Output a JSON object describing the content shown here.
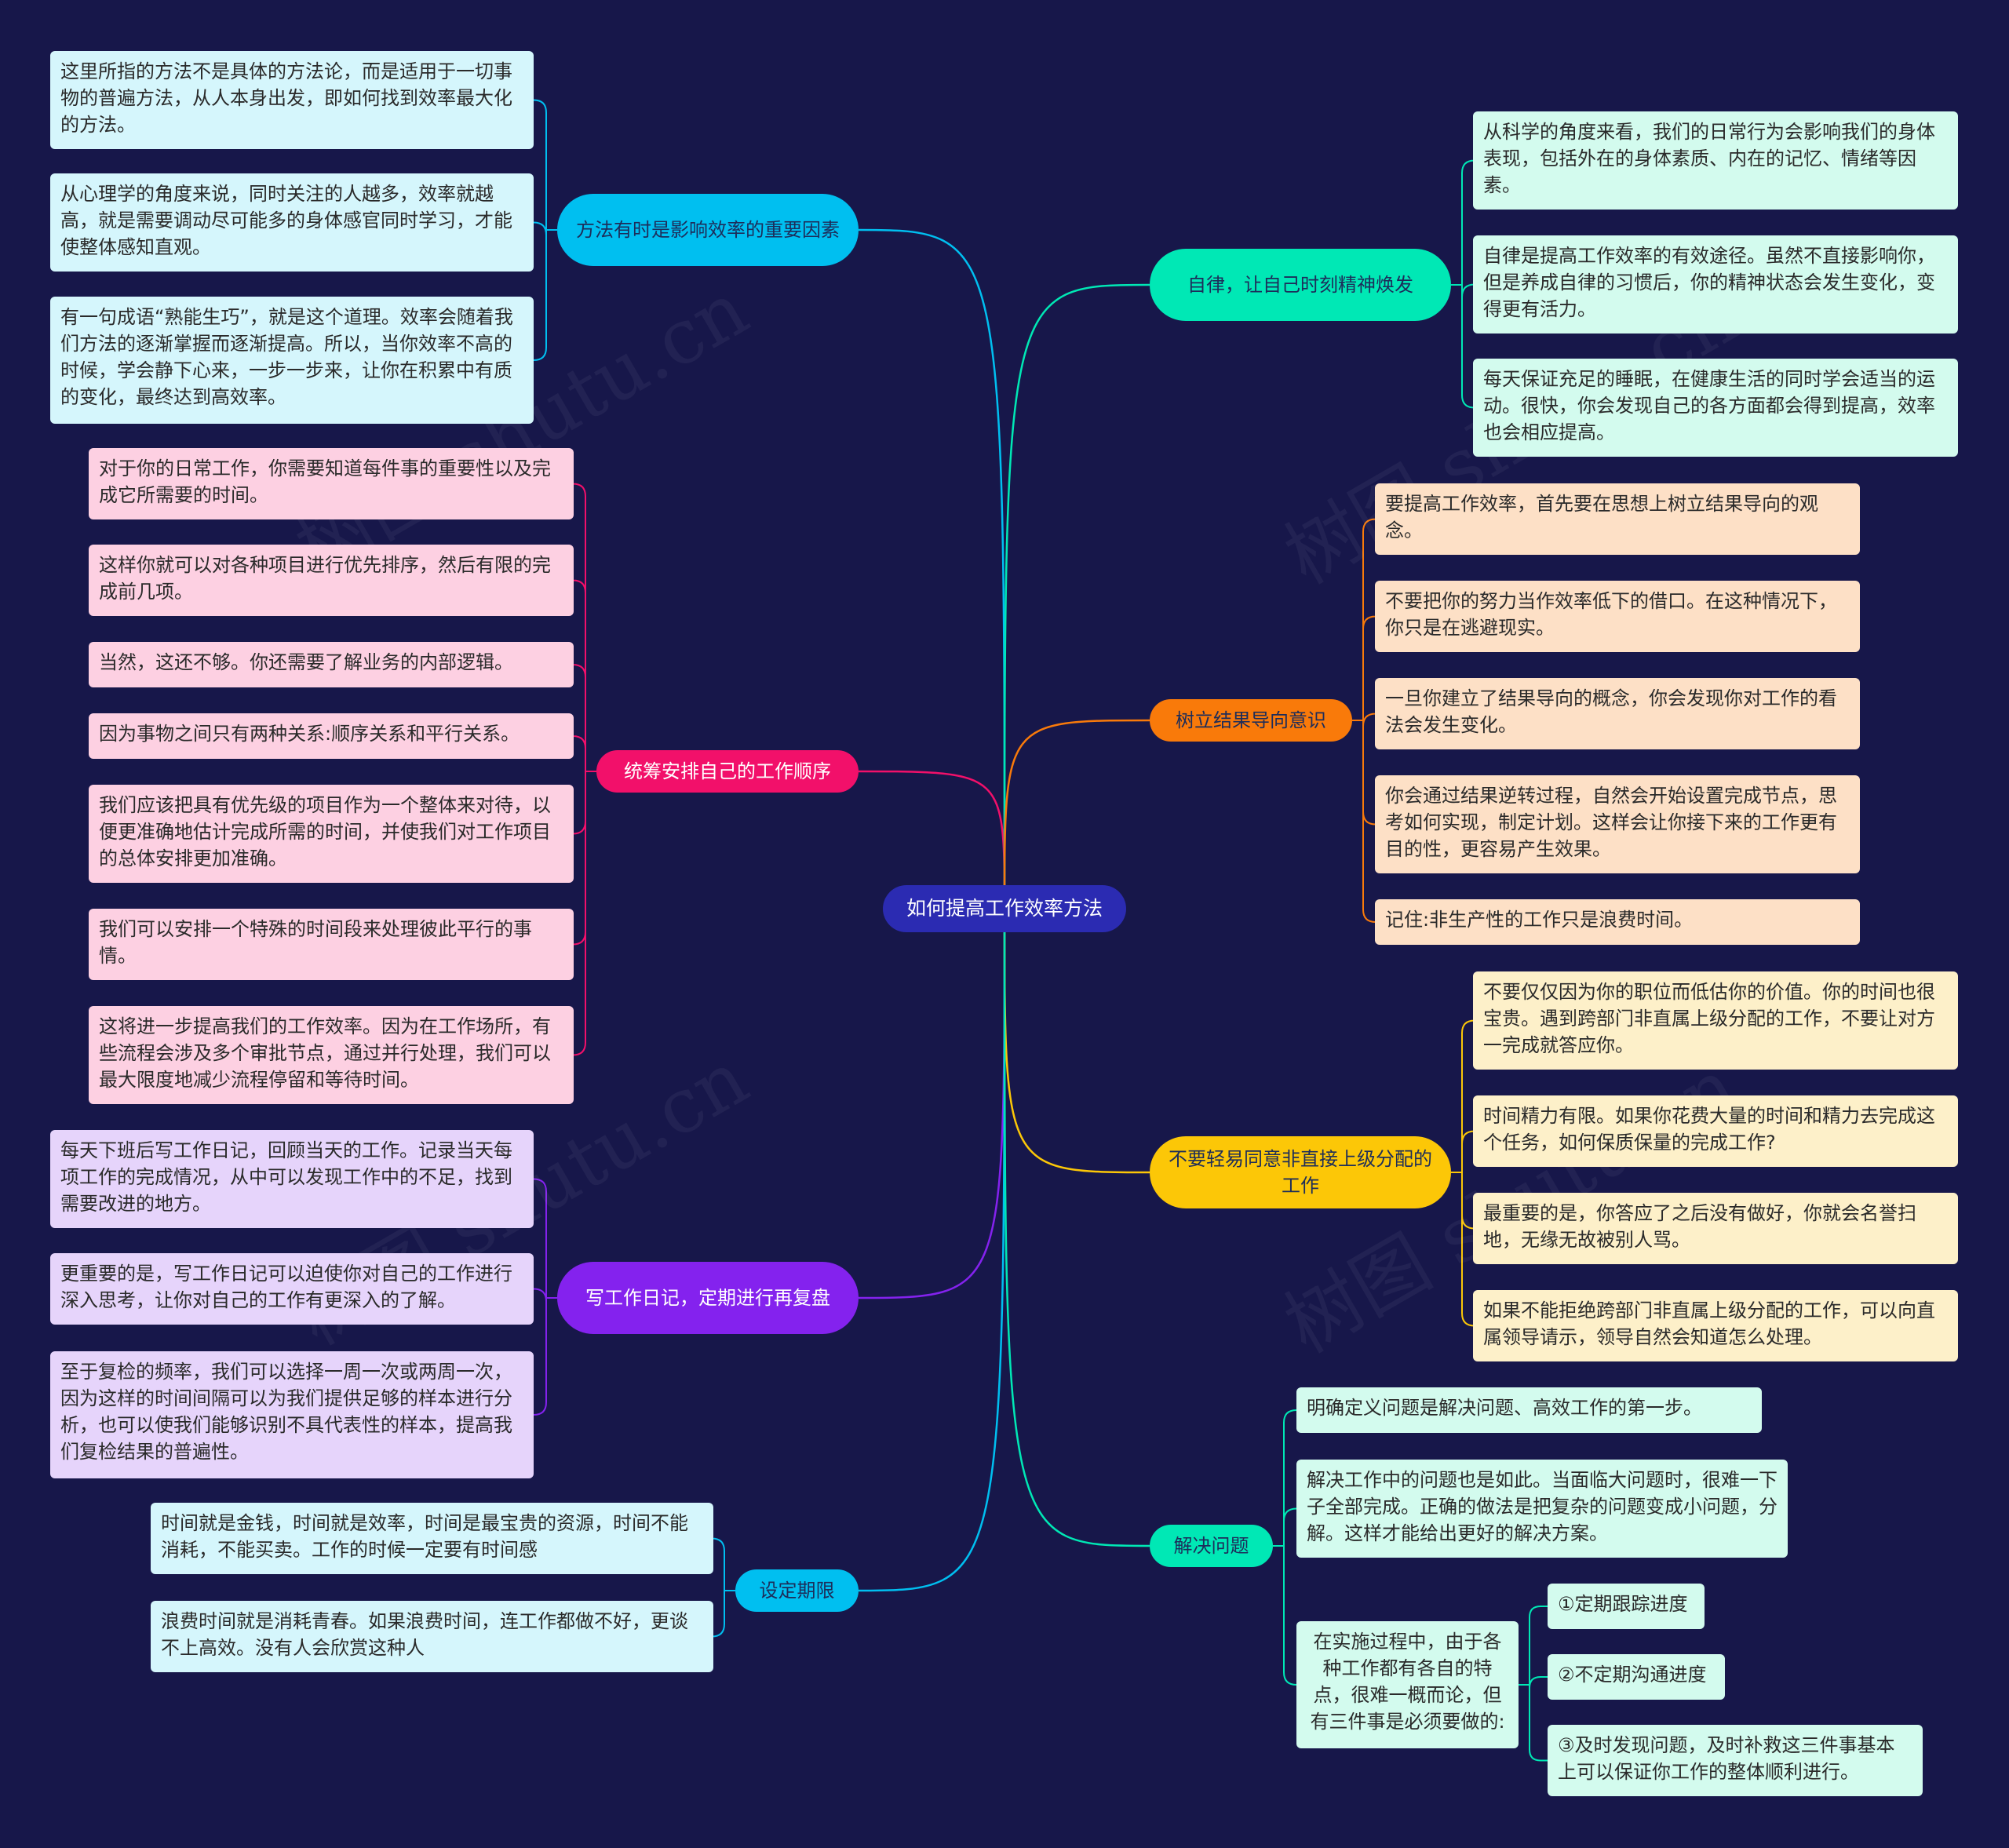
{
  "center": {
    "label": "如何提高工作效率方法"
  },
  "colors": {
    "background": "#17174a",
    "center": "#2b2bb2"
  },
  "branches": [
    {
      "id": "method",
      "label": "方法有时是影响效率的重要因素",
      "color": "#00bff0",
      "text_color": "#1d2d5a",
      "leaf_color": "#d5f6fc",
      "leaves": [
        "这里所指的方法不是具体的方法论，而是适用于一切事物的普遍方法，从人本身出发，即如何找到效率最大化的方法。",
        "从心理学的角度来说，同时关注的人越多，效率就越高，就是需要调动尽可能多的身体感官同时学习，才能使整体感知直观。",
        "有一句成语“熟能生巧”，就是这个道理。效率会随着我们方法的逐渐掌握而逐渐提高。所以，当你效率不高的时候，学会静下心来，一步一步来，让你在积累中有质的变化，最终达到高效率。"
      ]
    },
    {
      "id": "order",
      "label": "统筹安排自己的工作顺序",
      "color": "#f2106a",
      "text_color": "#ffffff",
      "leaf_color": "#fdd0e2",
      "leaves": [
        "对于你的日常工作，你需要知道每件事的重要性以及完成它所需要的时间。",
        "这样你就可以对各种项目进行优先排序，然后有限的完成前几项。",
        "当然，这还不够。你还需要了解业务的内部逻辑。",
        "因为事物之间只有两种关系:顺序关系和平行关系。",
        "我们应该把具有优先级的项目作为一个整体来对待，以便更准确地估计完成所需的时间，并使我们对工作项目的总体安排更加准确。",
        "我们可以安排一个特殊的时间段来处理彼此平行的事情。",
        "这将进一步提高我们的工作效率。因为在工作场所，有些流程会涉及多个审批节点，通过并行处理，我们可以最大限度地减少流程停留和等待时间。"
      ]
    },
    {
      "id": "diary",
      "label": "写工作日记，定期进行再复盘",
      "color": "#8422ee",
      "text_color": "#ffffff",
      "leaf_color": "#e6d4fb",
      "leaves": [
        "每天下班后写工作日记，回顾当天的工作。记录当天每项工作的完成情况，从中可以发现工作中的不足，找到需要改进的地方。",
        "更重要的是，写工作日记可以迫使你对自己的工作进行深入思考，让你对自己的工作有更深入的了解。",
        "至于复检的频率，我们可以选择一周一次或两周一次，因为这样的时间间隔可以为我们提供足够的样本进行分析，也可以使我们能够识别不具代表性的样本，提高我们复检结果的普遍性。"
      ]
    },
    {
      "id": "deadline",
      "label": "设定期限",
      "color": "#00bff0",
      "text_color": "#1d2d5a",
      "leaf_color": "#d5f6fc",
      "leaves": [
        "时间就是金钱，时间就是效率，时间是最宝贵的资源，时间不能消耗，不能买卖。工作的时候一定要有时间感",
        "浪费时间就是消耗青春。如果浪费时间，连工作都做不好，更谈不上高效。没有人会欣赏这种人"
      ]
    },
    {
      "id": "discipline",
      "label": "自律，让自己时刻精神焕发",
      "color": "#00e8b5",
      "text_color": "#1d2d5a",
      "leaf_color": "#d3fbee",
      "leaves": [
        "从科学的角度来看，我们的日常行为会影响我们的身体表现，包括外在的身体素质、内在的记忆、情绪等因素。",
        "自律是提高工作效率的有效途径。虽然不直接影响你，但是养成自律的习惯后，你的精神状态会发生变化，变得更有活力。",
        "每天保证充足的睡眠，在健康生活的同时学会适当的运动。很快，你会发现自己的各方面都会得到提高，效率也会相应提高。"
      ]
    },
    {
      "id": "result",
      "label": "树立结果导向意识",
      "color": "#f97a0a",
      "text_color": "#1d2d5a",
      "leaf_color": "#fde0c6",
      "leaves": [
        "要提高工作效率，首先要在思想上树立结果导向的观念。",
        "不要把你的努力当作效率低下的借口。在这种情况下，你只是在逃避现实。",
        "一旦你建立了结果导向的概念，你会发现你对工作的看法会发生变化。",
        "你会通过结果逆转过程，自然会开始设置完成节点，思考如何实现，制定计划。这样会让你接下来的工作更有目的性，更容易产生效果。",
        "记住:非生产性的工作只是浪费时间。"
      ]
    },
    {
      "id": "agree",
      "label": "不要轻易同意非直接上级分配的工作",
      "color": "#fcc707",
      "text_color": "#1d2d5a",
      "leaf_color": "#fdf0c9",
      "leaves": [
        "不要仅仅因为你的职位而低估你的价值。你的时间也很宝贵。遇到跨部门非直属上级分配的工作，不要让对方一完成就答应你。",
        "时间精力有限。如果你花费大量的时间和精力去完成这个任务，如何保质保量的完成工作?",
        "最重要的是，你答应了之后没有做好，你就会名誉扫地，无缘无故被别人骂。",
        "如果不能拒绝跨部门非直属上级分配的工作，可以向直属领导请示，领导自然会知道怎么处理。"
      ]
    },
    {
      "id": "solve",
      "label": "解决问题",
      "color": "#00e8b5",
      "text_color": "#1d2d5a",
      "leaf_color": "#d3fbee",
      "leaves": [
        "明确定义问题是解决问题、高效工作的第一步。",
        "解决工作中的问题也是如此。当面临大问题时，很难一下子全部完成。正确的做法是把复杂的问题变成小问题，分解。这样才能给出更好的解决方案。",
        "在实施过程中，由于各种工作都有各自的特点，很难一概而论，但有三件事是必须要做的:"
      ],
      "subleaves": [
        "①定期跟踪进度",
        "②不定期沟通进度",
        "③及时发现问题，及时补救这三件事基本上可以保证你工作的整体顺利进行。"
      ]
    }
  ],
  "watermarks": [
    "树图 shutu.cn",
    "树图 shutu.cn",
    "树图 shutu.cn",
    "树图 shutu.cn"
  ]
}
